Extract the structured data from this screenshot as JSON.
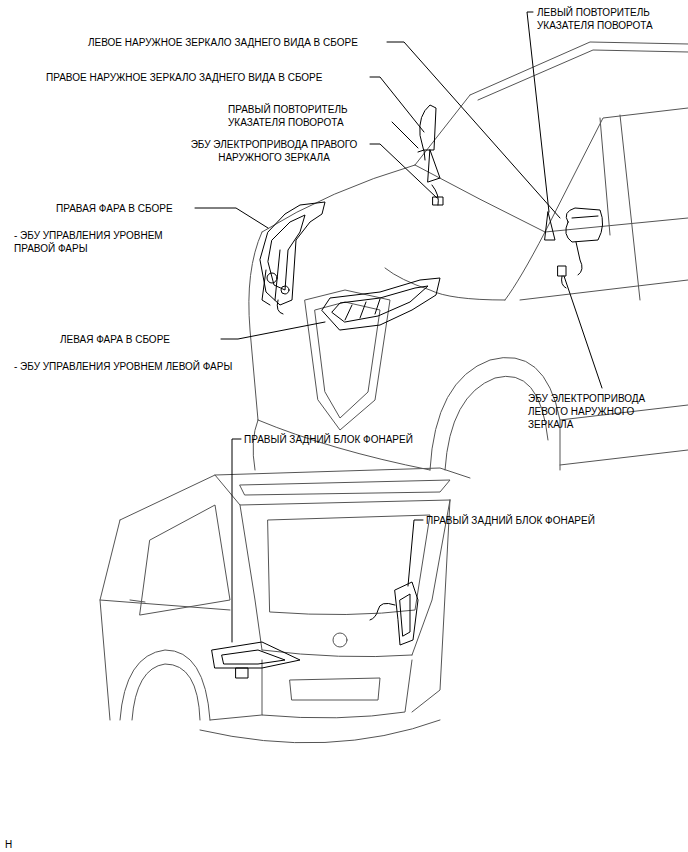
{
  "diagram": {
    "labels": [
      "ЛЕВЫЙ ПОВТОРИТЕЛЬ УКАЗАТЕЛЯ ПОВОРОТА",
      "ЛЕВОЕ НАРУЖНОЕ ЗЕРКАЛО ЗАДНЕГО ВИДА В СБОРЕ",
      "ПРАВОЕ НАРУЖНОЕ ЗЕРКАЛО ЗАДНЕГО ВИДА В СБОРЕ",
      "ПРАВЫЙ ПОВТОРИТЕЛЬ УКАЗАТЕЛЯ ПОВОРОТА",
      "ЭБУ ЭЛЕКТРОПРИВОДА ПРАВОГО НАРУЖНОГО ЗЕРКАЛА",
      "ПРАВАЯ ФАРА В СБОРЕ",
      "- ЭБУ УПРАВЛЕНИЯ УРОВНЕМ ПРАВОЙ ФАРЫ",
      "ЛЕВАЯ ФАРА В СБОРЕ",
      "- ЭБУ УПРАВЛЕНИЯ УРОВНЕМ ЛЕВОЙ ФАРЫ",
      "ЭБУ ЭЛЕКТРОПРИВОДА ЛЕВОГО НАРУЖНОГО ЗЕРКАЛА",
      "ПРАВЫЙ ЗАДНИЙ БЛОК ФОНАРЕЙ",
      "ПРАВЫЙ ЗАДНИЙ БЛОК ФОНАРЕЙ",
      "H"
    ]
  }
}
